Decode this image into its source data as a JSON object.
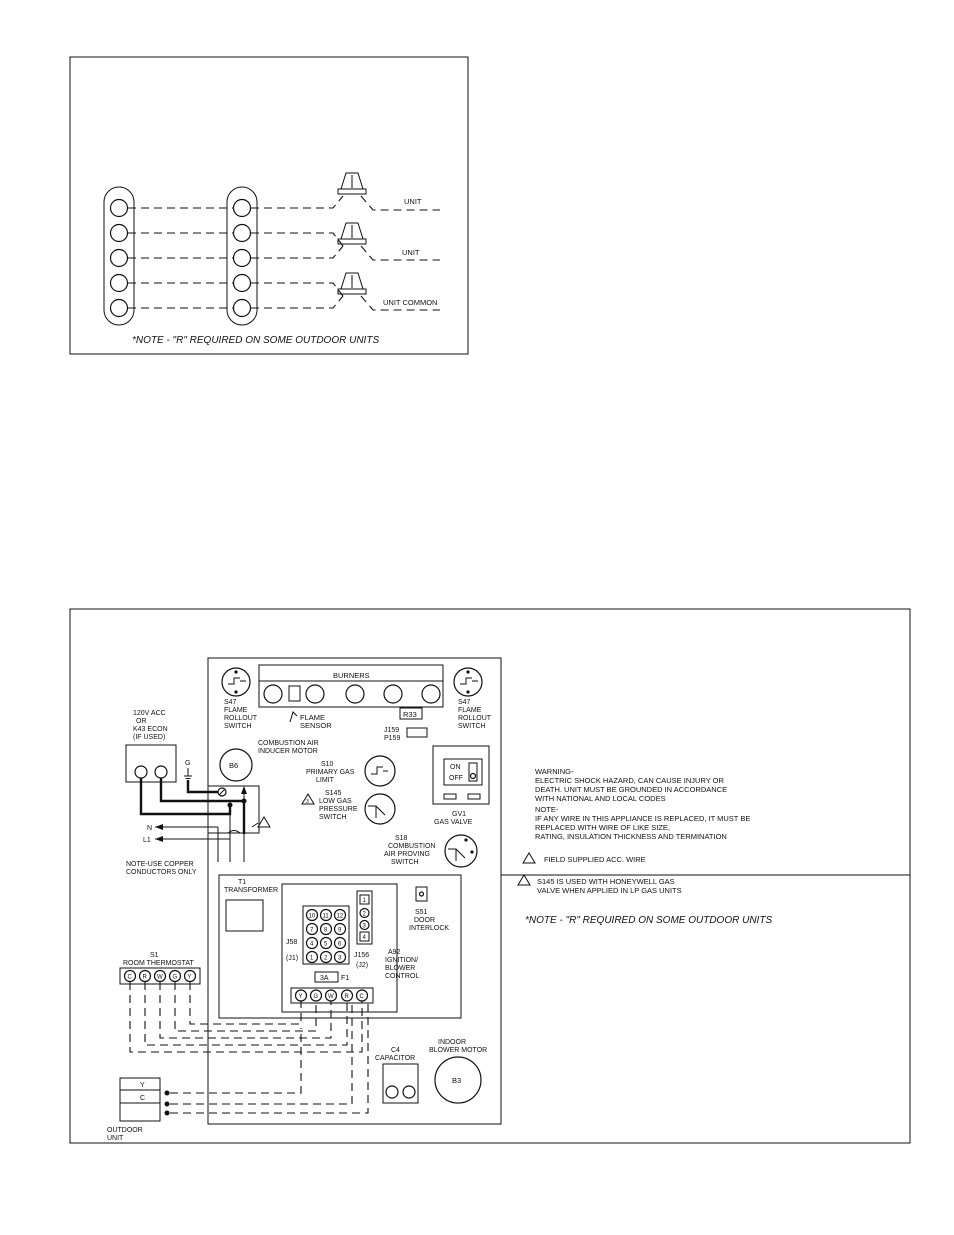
{
  "diagram1": {
    "unit_labels": [
      "UNIT",
      "UNIT",
      "UNIT  COMMON"
    ],
    "note": "*NOTE - \"R\" REQUIRED ON SOME OUTDOOR UNITS"
  },
  "diagram2": {
    "burners": "BURNERS",
    "s47_left": [
      "S47",
      "FLAME",
      "ROLLOUT",
      "SWITCH"
    ],
    "s47_right": [
      "S47",
      "FLAME",
      "ROLLOUT",
      "SWITCH"
    ],
    "flame_sensor": [
      "FLAME",
      "SENSOR"
    ],
    "r33": "R33",
    "j159": [
      "J159",
      "P159"
    ],
    "acc": [
      "120V ACC",
      "OR",
      "K43 ECON",
      "(IF USED)"
    ],
    "ground": "G",
    "b6": "B6",
    "b6_label": [
      "COMBUSTION AIR",
      "INDUCER MOTOR"
    ],
    "s10": [
      "S10",
      "PRIMARY GAS",
      "LIMIT"
    ],
    "s145": [
      "S145",
      "LOW GAS",
      "PRESSURE",
      "SWITCH"
    ],
    "gv1_on": "ON",
    "gv1_off": "OFF",
    "gv1": [
      "GV1",
      "GAS VALVE"
    ],
    "n_label": "N",
    "l1_label": "L1",
    "copper_note": [
      "NOTE-USE COPPER",
      "CONDUCTORS ONLY"
    ],
    "s18": [
      "S18",
      "COMBUSTION",
      "AIR PROVING",
      "SWITCH"
    ],
    "warning": [
      "WARNING-",
      "ELECTRIC SHOCK HAZARD, CAN CAUSE INJURY OR",
      "DEATH. UNIT MUST BE GROUNDED IN ACCORDANCE",
      "WITH NATIONAL AND LOCAL CODES",
      "NOTE-",
      "IF ANY WIRE IN THIS APPLIANCE IS REPLACED, IT MUST BE",
      "REPLACED WITH WIRE OF LIKE SIZE,",
      "RATING, INSULATION THICKNESS AND TERMINATION"
    ],
    "field_note": "FIELD SUPPLIED ACC. WIRE",
    "s145_note": [
      "S145 IS USED WITH HONEYWELL GAS",
      "VALVE WHEN APPLIED IN LP GAS UNITS"
    ],
    "note": "*NOTE - \"R\" REQUIRED ON SOME OUTDOOR UNITS",
    "t1": [
      "T1",
      "TRANSFORMER"
    ],
    "j58": [
      "J58",
      "(J1)"
    ],
    "j156": [
      "J156",
      "(J2)"
    ],
    "a92": [
      "A92",
      "IGNITION/",
      "BLOWER",
      "CONTROL"
    ],
    "fuse": "3A",
    "f1": "F1",
    "s51": [
      "S51",
      "DOOR",
      "INTERLOCK"
    ],
    "j58_pins": [
      "10",
      "11",
      "12",
      "7",
      "8",
      "9",
      "4",
      "5",
      "6",
      "1",
      "2",
      "3"
    ],
    "j156_pins": [
      "1",
      "2",
      "3",
      "4"
    ],
    "thermostat_label": [
      "S1",
      "ROOM THERMOSTAT"
    ],
    "thermostat_terms": [
      "C",
      "R",
      "W",
      "G",
      "Y"
    ],
    "board_terms": [
      "Y",
      "G",
      "W",
      "R",
      "C"
    ],
    "outdoor_terms": [
      "Y",
      "C"
    ],
    "outdoor_label": [
      "OUTDOOR",
      "UNIT"
    ],
    "c4": [
      "C4",
      "CAPACITOR"
    ],
    "b3_label": [
      "INDOOR",
      "BLOWER MOTOR"
    ],
    "b3": "B3",
    "callout_mark": "3"
  }
}
